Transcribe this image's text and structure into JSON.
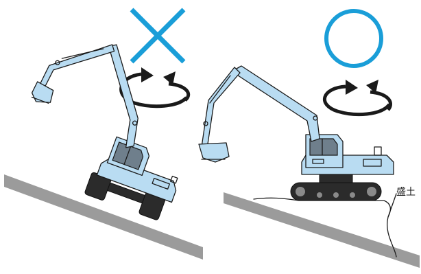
{
  "label": "盛土",
  "colors": {
    "machine": "#b9dcf2",
    "wrong_mark": "#1a9ed8",
    "right_mark": "#1a9ed8",
    "ground": "#9b9b9b",
    "outline": "#1a1a1a"
  },
  "left_panel": {
    "verdict": "wrong",
    "mark_icon": "cross-icon",
    "rotation_icon": "rotation-arrows-icon"
  },
  "right_panel": {
    "verdict": "correct",
    "mark_icon": "circle-icon",
    "rotation_icon": "rotation-arrows-icon"
  }
}
